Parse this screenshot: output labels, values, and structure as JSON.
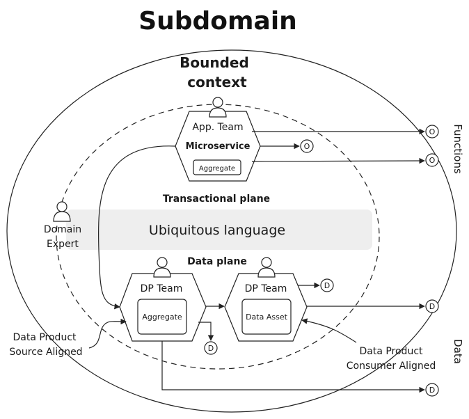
{
  "title": "Subdomain",
  "bounded_context": {
    "line1": "Bounded",
    "line2": "context"
  },
  "transactional_plane": "Transactional plane",
  "data_plane": "Data plane",
  "ubiquitous_language": "Ubiquitous language",
  "domain_expert": {
    "line1": "Domain",
    "line2": "Expert"
  },
  "app_node": {
    "team": "App. Team",
    "name": "Microservice",
    "inner": "Aggregate"
  },
  "dp_source": {
    "team": "DP Team",
    "inner": "Aggregate"
  },
  "dp_consumer": {
    "team": "DP Team",
    "inner": "Data Asset"
  },
  "source_aligned": {
    "line1": "Data Product",
    "line2": "Source Aligned"
  },
  "consumer_aligned": {
    "line1": "Data Product",
    "line2": "Consumer Aligned"
  },
  "port_output": "O",
  "port_data": "D",
  "side_labels": {
    "functions": "Functions",
    "data": "Data"
  }
}
